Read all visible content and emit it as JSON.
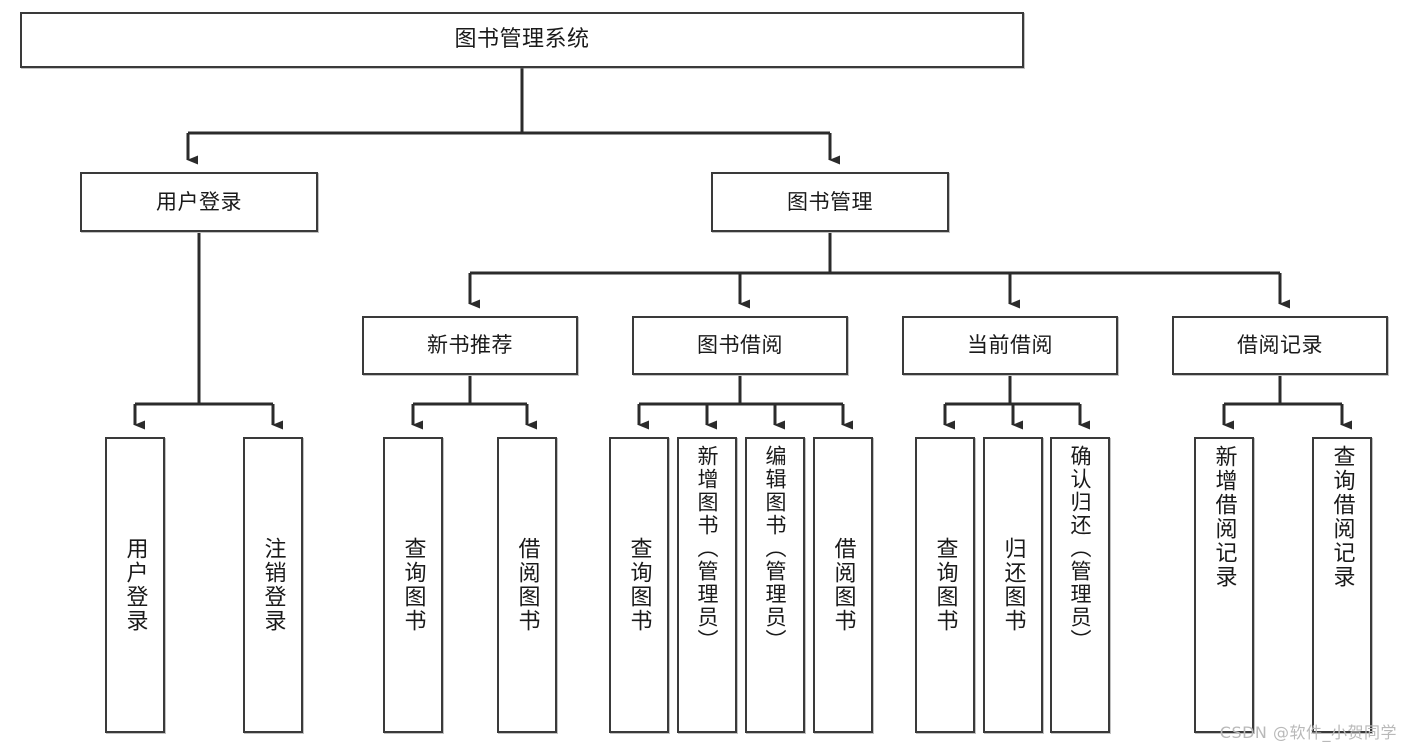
{
  "diagram": {
    "type": "tree-hierarchy",
    "title": "图书管理系统",
    "orientation": "top-down",
    "colors": {
      "box_border": "#3a3a3a",
      "box_fill": "#ffffff",
      "edge": "#2b2b2b",
      "text": "#1a1a1a",
      "watermark": "#b9b9b9"
    },
    "levels": [
      {
        "level": 1,
        "nodes": [
          {
            "id": "root",
            "label": "图书管理系统"
          }
        ]
      },
      {
        "level": 2,
        "nodes": [
          {
            "id": "login",
            "label": "用户登录",
            "parent": "root"
          },
          {
            "id": "bookmgmt",
            "label": "图书管理",
            "parent": "root"
          }
        ]
      },
      {
        "level": 3,
        "nodes": [
          {
            "id": "newbook",
            "label": "新书推荐",
            "parent": "bookmgmt"
          },
          {
            "id": "borrow",
            "label": "图书借阅",
            "parent": "bookmgmt"
          },
          {
            "id": "current",
            "label": "当前借阅",
            "parent": "bookmgmt"
          },
          {
            "id": "record",
            "label": "借阅记录",
            "parent": "bookmgmt"
          }
        ]
      },
      {
        "level": 4,
        "nodes": [
          {
            "id": "leaf1",
            "label": "用户登录",
            "parent": "login"
          },
          {
            "id": "leaf2",
            "label": "注销登录",
            "parent": "login"
          },
          {
            "id": "leaf3",
            "label": "查询图书",
            "parent": "newbook"
          },
          {
            "id": "leaf4",
            "label": "借阅图书",
            "parent": "newbook"
          },
          {
            "id": "leaf5",
            "label": "查询图书",
            "parent": "borrow"
          },
          {
            "id": "leaf6",
            "label": "新增图书（管理员）",
            "parent": "borrow"
          },
          {
            "id": "leaf7",
            "label": "编辑图书（管理员）",
            "parent": "borrow"
          },
          {
            "id": "leaf8",
            "label": "借阅图书",
            "parent": "borrow"
          },
          {
            "id": "leaf9",
            "label": "查询图书",
            "parent": "current"
          },
          {
            "id": "leaf10",
            "label": "归还图书",
            "parent": "current"
          },
          {
            "id": "leaf11",
            "label": "确认归还（管理员）",
            "parent": "current"
          },
          {
            "id": "leaf12",
            "label": "新增借阅记录",
            "parent": "record"
          },
          {
            "id": "leaf13",
            "label": "查询借阅记录",
            "parent": "record"
          }
        ]
      }
    ]
  },
  "watermark": {
    "text": "CSDN @软件_小贺同学"
  }
}
